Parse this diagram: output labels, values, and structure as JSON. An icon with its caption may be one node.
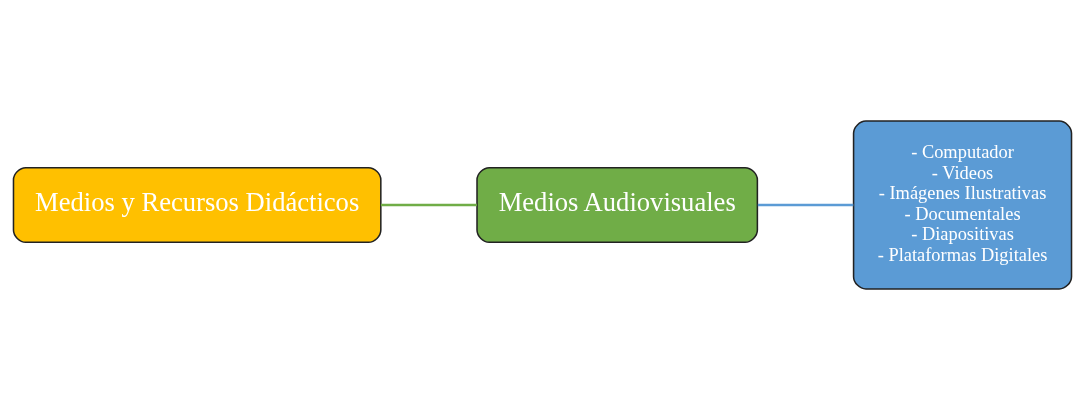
{
  "diagram": {
    "nodes": [
      {
        "text": [
          "Medios y Recursos Didácticos"
        ]
      },
      {
        "text": [
          "Medios Audiovisuales"
        ]
      },
      {
        "text": [
          "- Computador",
          "- Videos",
          "- Imágenes Ilustrativas",
          "- Documentales",
          "- Diapositivas",
          "- Plataformas Digitales"
        ]
      }
    ],
    "edges": [
      {
        "from": 0,
        "to": 1,
        "arrow": "none",
        "color": "#70ad47"
      },
      {
        "from": 1,
        "to": 2,
        "arrow": "none",
        "color": "#5b9bd5"
      }
    ]
  }
}
